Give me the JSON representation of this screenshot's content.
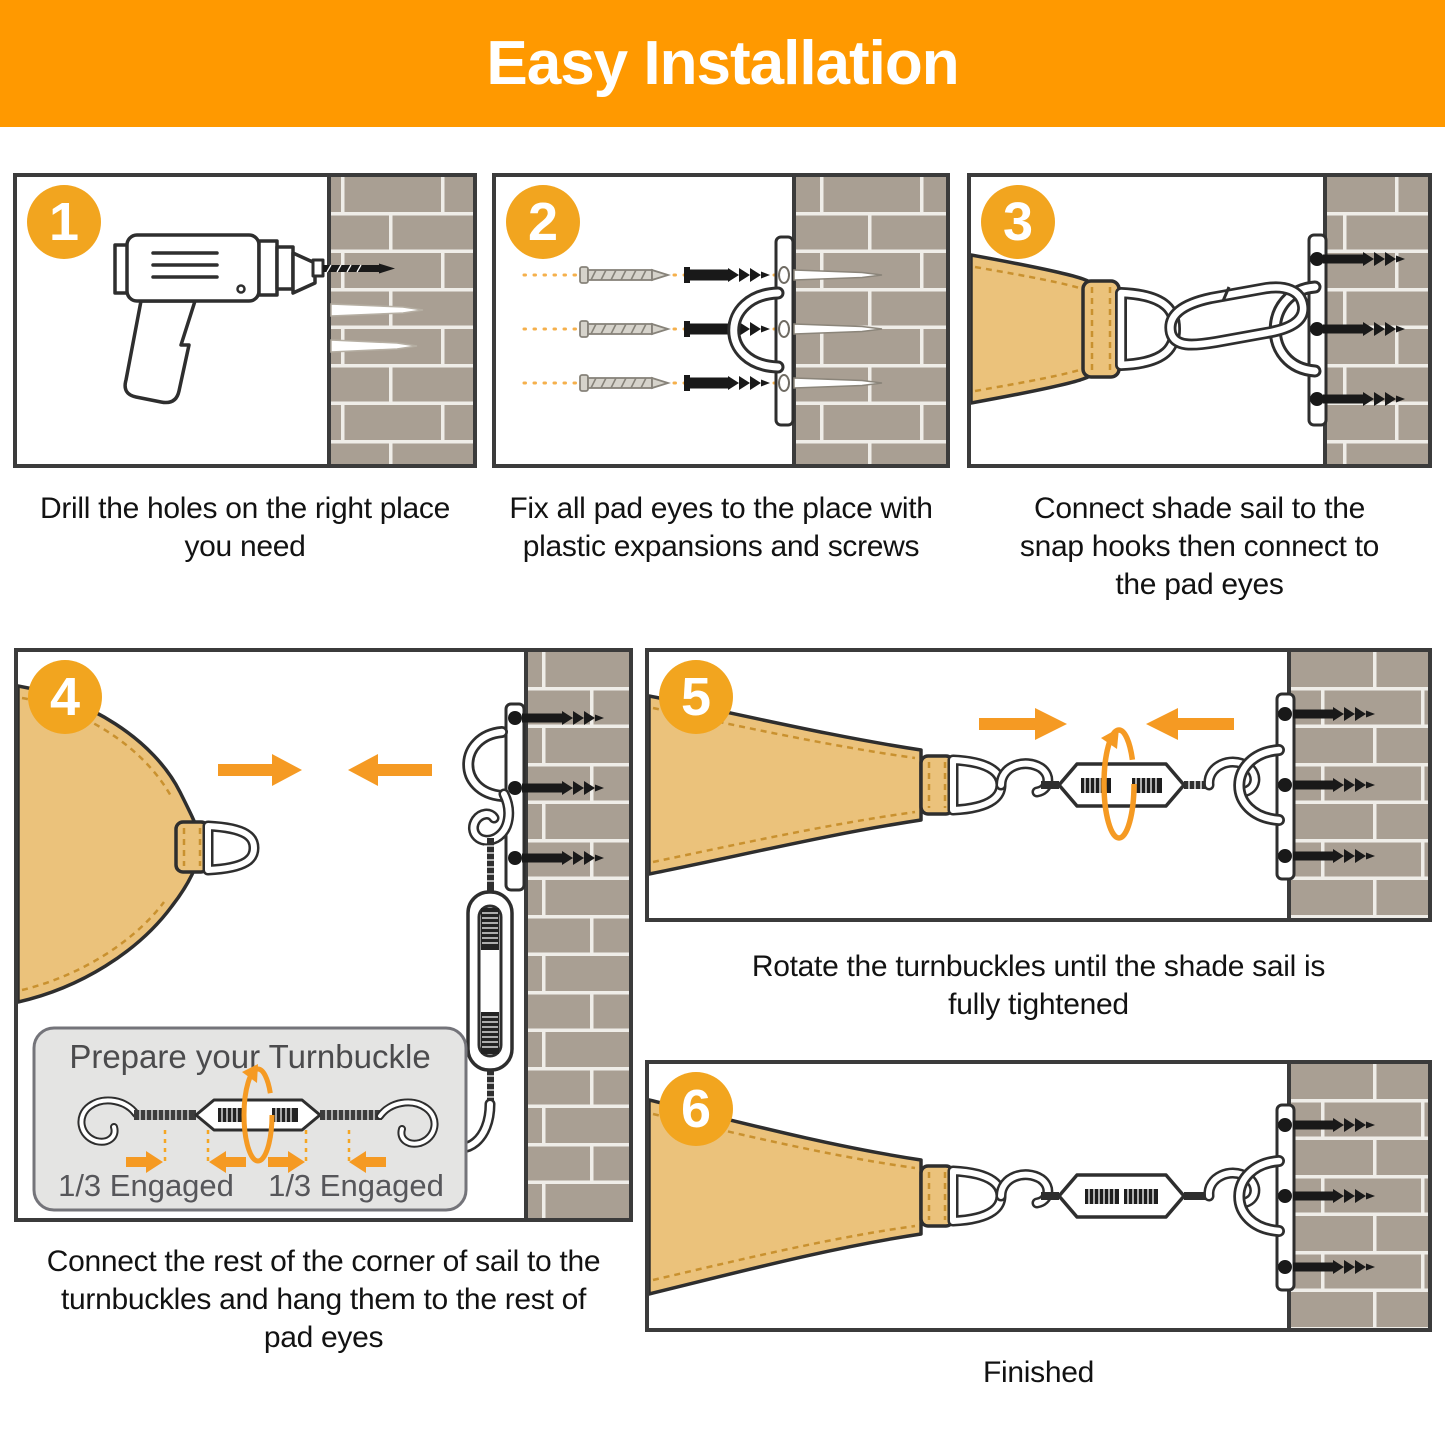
{
  "header": {
    "title": "Easy Installation"
  },
  "steps": [
    {
      "number": "1",
      "caption": "Drill the holes on the right place you need"
    },
    {
      "number": "2",
      "caption": "Fix all pad eyes to the place with plastic expansions and screws"
    },
    {
      "number": "3",
      "caption": "Connect shade sail to the snap hooks then connect to the pad eyes"
    },
    {
      "number": "4",
      "caption": "Connect the rest of the corner of sail to the turnbuckles and hang them to the rest of pad eyes"
    },
    {
      "number": "5",
      "caption": "Rotate the turnbuckles until the shade sail is fully tightened"
    },
    {
      "number": "6",
      "caption": "Finished"
    }
  ],
  "inset": {
    "title": "Prepare your Turnbuckle",
    "label_left": "1/3 Engaged",
    "label_right": "1/3 Engaged"
  },
  "colors": {
    "banner_orange": "#FF9900",
    "badge_orange": "#F2A51F",
    "accent_orange": "#F59A23",
    "brick": "#A99F93",
    "mortar": "#EFEDE8",
    "sail_tan": "#EBC27B",
    "panel_border": "#3B3B3B"
  }
}
